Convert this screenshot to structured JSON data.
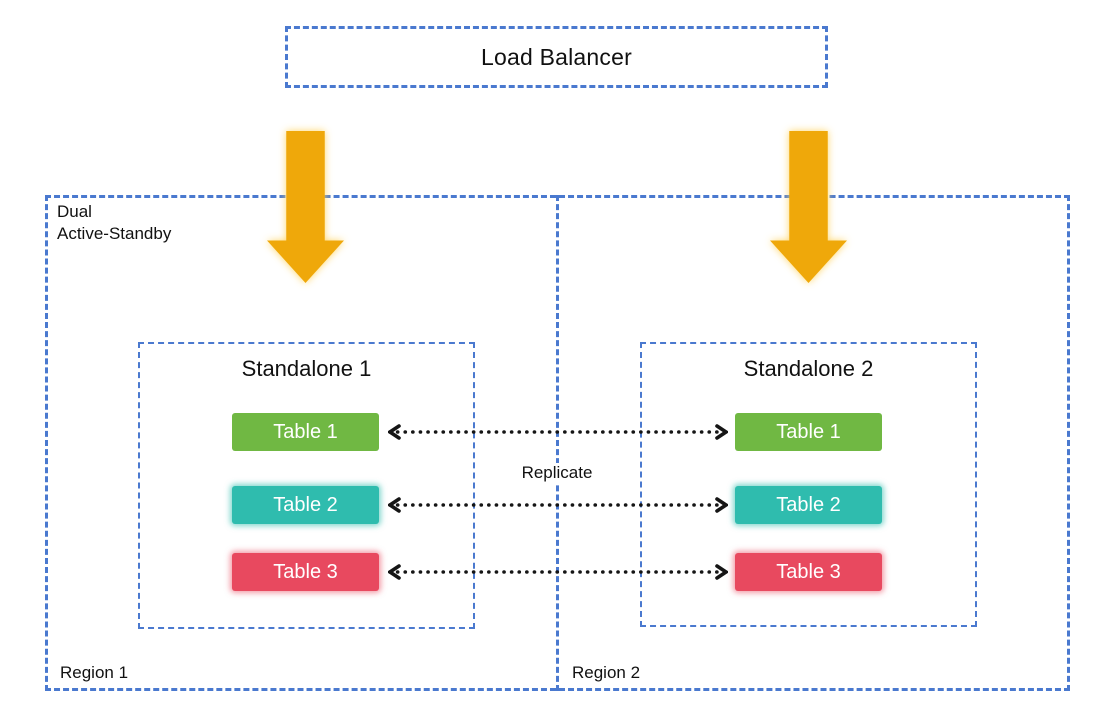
{
  "load_balancer": {
    "label": "Load Balancer"
  },
  "mode": {
    "line1": "Dual",
    "line2": "Active-Standby"
  },
  "regions": [
    {
      "label": "Region 1"
    },
    {
      "label": "Region 2"
    }
  ],
  "standalones": [
    {
      "title": "Standalone 1",
      "tables": [
        "Table 1",
        "Table 2",
        "Table 3"
      ]
    },
    {
      "title": "Standalone 2",
      "tables": [
        "Table 1",
        "Table 2",
        "Table 3"
      ]
    }
  ],
  "replicate": {
    "label": "Replicate"
  },
  "colors": {
    "border_blue": "#4a79cf",
    "arrow_orange": "#efa80a",
    "table1_green": "#70b843",
    "table2_teal": "#2fbcae",
    "table3_red": "#e8495f",
    "line_black": "#151515"
  }
}
